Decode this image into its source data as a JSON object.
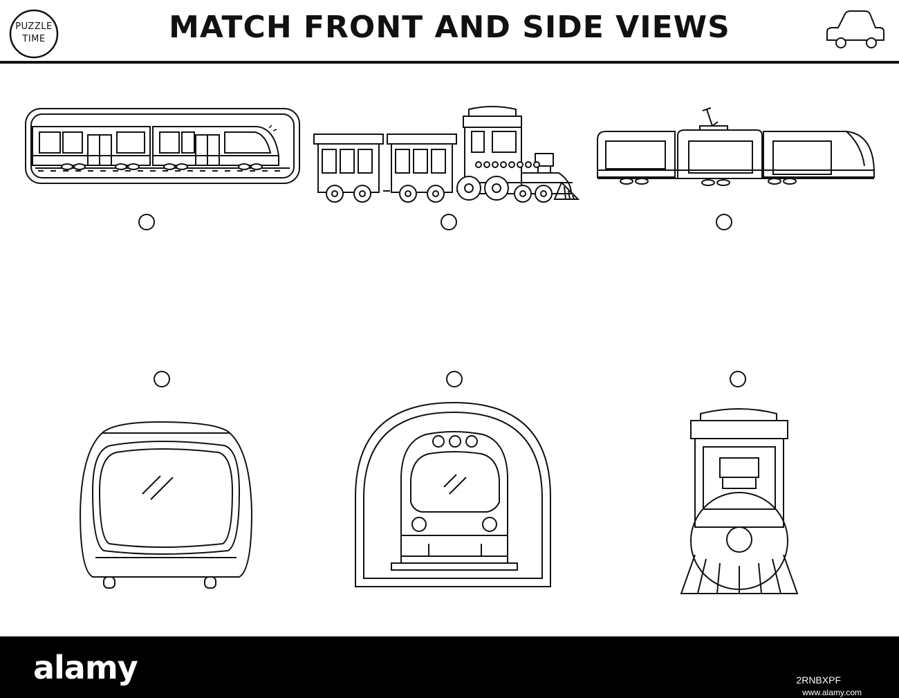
{
  "worksheet": {
    "title": "MATCH FRONT AND SIDE VIEWS",
    "logo": {
      "line1": "PUZZLE",
      "line2": "TIME"
    },
    "corner_icon": "car-outline-icon",
    "side_views": [
      {
        "name": "metro-train-side-icon"
      },
      {
        "name": "steam-train-side-icon"
      },
      {
        "name": "tram-side-icon"
      }
    ],
    "front_views": [
      {
        "name": "tram-front-icon"
      },
      {
        "name": "metro-front-icon"
      },
      {
        "name": "steam-locomotive-front-icon"
      }
    ]
  },
  "footer": {
    "brand": "alamy",
    "image_id": "2RNBXPF",
    "site": "www.alamy.com"
  },
  "colors": {
    "ink": "#111111",
    "paper": "#ffffff",
    "footer_bg": "#000000"
  }
}
